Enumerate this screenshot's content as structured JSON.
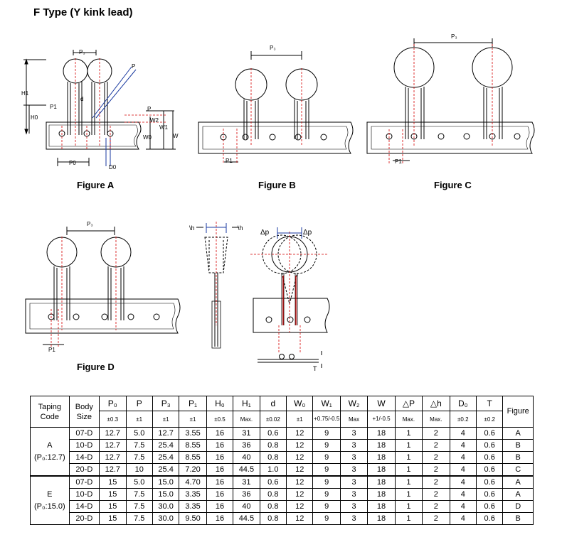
{
  "title": "F Type (Y kink lead)",
  "figures": {
    "a": {
      "caption": "Figure A",
      "labels": {
        "p3": "P₃",
        "p": "P",
        "h1": "H1",
        "h0": "H0",
        "p1": "P1",
        "d": "d",
        "pp": "P",
        "w2": "W2",
        "w1": "W1",
        "w0": "W0",
        "w": "W",
        "p0": "P0",
        "d0": "D0"
      }
    },
    "b": {
      "caption": "Figure B",
      "labels": {
        "p3": "P₃",
        "p1": "P1"
      }
    },
    "c": {
      "caption": "Figure C",
      "labels": {
        "p3": "P₃",
        "p1": "P1"
      }
    },
    "d": {
      "caption": "Figure D",
      "labels": {
        "p3": "P₃",
        "p1": "P1"
      }
    },
    "side": {
      "labels": {
        "dh_left": "\\h",
        "dh_right": "\\h"
      }
    },
    "tilt": {
      "labels": {
        "dp_left": "Δp",
        "dp_right": "Δp",
        "t": "T"
      }
    }
  },
  "table": {
    "head_taping": [
      "Taping",
      "Code"
    ],
    "head_body": [
      "Body",
      "Size"
    ],
    "head_figure": "Figure",
    "columns": [
      "P₀",
      "P",
      "P₃",
      "P₁",
      "H₀",
      "H₁",
      "d",
      "W₀",
      "W₁",
      "W₂",
      "W",
      "△P",
      "△h",
      "D₀",
      "T"
    ],
    "tolerances": [
      "±0.3",
      "±1",
      "±1",
      "±1",
      "±0.5",
      "Max.",
      "±0.02",
      "±1",
      "+0.75/-0.5",
      "Max",
      "+1/-0.5",
      "Max.",
      "Max.",
      "±0.2",
      "±0.2"
    ],
    "groups": [
      {
        "code": "A",
        "sub": "(P₀:12.7)",
        "rows": [
          {
            "size": "07-D",
            "values": [
              "12.7",
              "5.0",
              "12.7",
              "3.55",
              "16",
              "31",
              "0.6",
              "12",
              "9",
              "3",
              "18",
              "1",
              "2",
              "4",
              "0.6"
            ],
            "figure": "A"
          },
          {
            "size": "10-D",
            "values": [
              "12.7",
              "7.5",
              "25.4",
              "8.55",
              "16",
              "36",
              "0.8",
              "12",
              "9",
              "3",
              "18",
              "1",
              "2",
              "4",
              "0.6"
            ],
            "figure": "B"
          },
          {
            "size": "14-D",
            "values": [
              "12.7",
              "7.5",
              "25.4",
              "8.55",
              "16",
              "40",
              "0.8",
              "12",
              "9",
              "3",
              "18",
              "1",
              "2",
              "4",
              "0.6"
            ],
            "figure": "B"
          },
          {
            "size": "20-D",
            "values": [
              "12.7",
              "10",
              "25.4",
              "7.20",
              "16",
              "44.5",
              "1.0",
              "12",
              "9",
              "3",
              "18",
              "1",
              "2",
              "4",
              "0.6"
            ],
            "figure": "C"
          }
        ]
      },
      {
        "code": "E",
        "sub": "(P₀:15.0)",
        "rows": [
          {
            "size": "07-D",
            "values": [
              "15",
              "5.0",
              "15.0",
              "4.70",
              "16",
              "31",
              "0.6",
              "12",
              "9",
              "3",
              "18",
              "1",
              "2",
              "4",
              "0.6"
            ],
            "figure": "A"
          },
          {
            "size": "10-D",
            "values": [
              "15",
              "7.5",
              "15.0",
              "3.35",
              "16",
              "36",
              "0.8",
              "12",
              "9",
              "3",
              "18",
              "1",
              "2",
              "4",
              "0.6"
            ],
            "figure": "A"
          },
          {
            "size": "14-D",
            "values": [
              "15",
              "7.5",
              "30.0",
              "3.35",
              "16",
              "40",
              "0.8",
              "12",
              "9",
              "3",
              "18",
              "1",
              "2",
              "4",
              "0.6"
            ],
            "figure": "D"
          },
          {
            "size": "20-D",
            "values": [
              "15",
              "7.5",
              "30.0",
              "9.50",
              "16",
              "44.5",
              "0.8",
              "12",
              "9",
              "3",
              "18",
              "1",
              "2",
              "4",
              "0.6"
            ],
            "figure": "B"
          }
        ]
      }
    ]
  }
}
